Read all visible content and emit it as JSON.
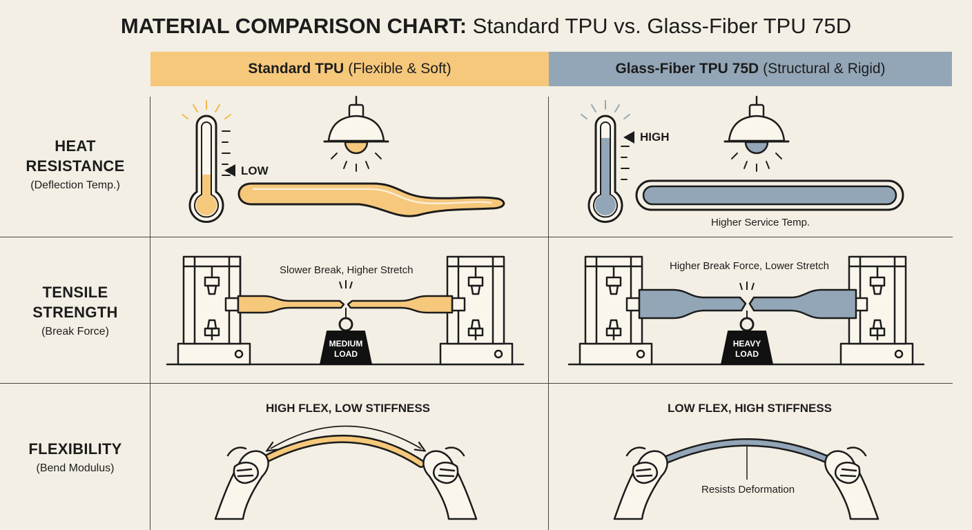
{
  "title": {
    "bold": "MATERIAL COMPARISON CHART:",
    "rest": "Standard TPU vs. Glass-Fiber TPU 75D"
  },
  "columns": {
    "standard": {
      "name": "Standard TPU",
      "desc": "(Flexible & Soft)",
      "color": "#f6c87c"
    },
    "glass_fiber": {
      "name": "Glass-Fiber TPU 75D",
      "desc": "(Structural & Rigid)",
      "color": "#93a6b7"
    }
  },
  "rows": {
    "heat": {
      "line1": "HEAT",
      "line2": "RESISTANCE",
      "sub": "(Deflection Temp.)"
    },
    "tensile": {
      "line1": "TENSILE",
      "line2": "STRENGTH",
      "sub": "(Break Force)"
    },
    "flex": {
      "line1": "FLEXIBILITY",
      "sub": "(Bend Modulus)"
    }
  },
  "heat": {
    "standard": {
      "marker": "LOW",
      "level": 0.35
    },
    "glass_fiber": {
      "marker": "HIGH",
      "level": 0.85,
      "caption": "Higher Service Temp."
    }
  },
  "tensile": {
    "standard": {
      "caption": "Slower Break, Higher Stretch",
      "load_line1": "MEDIUM",
      "load_line2": "LOAD"
    },
    "glass_fiber": {
      "caption": "Higher Break Force, Lower Stretch",
      "load_line1": "HEAVY",
      "load_line2": "LOAD"
    }
  },
  "flex": {
    "standard": {
      "caption": "HIGH FLEX, LOW STIFFNESS"
    },
    "glass_fiber": {
      "caption": "LOW FLEX, HIGH STIFFNESS",
      "note": "Resists Deformation"
    }
  }
}
